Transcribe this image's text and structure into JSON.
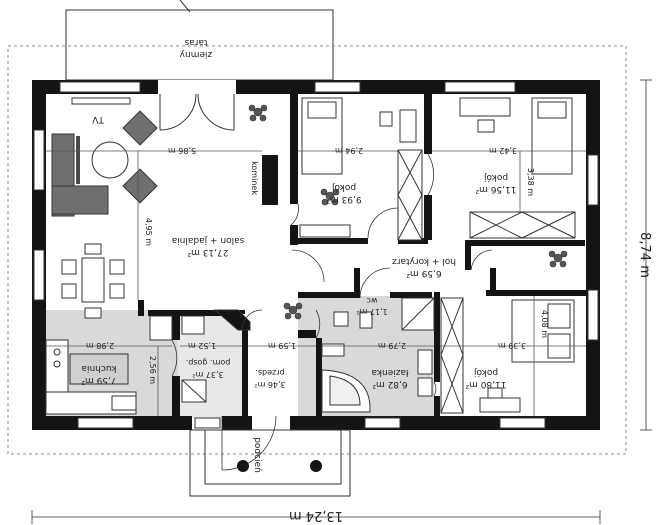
{
  "colors": {
    "wall": "#141414",
    "line": "#333333",
    "tile_floor": "#d9d9d9",
    "sofa": "#6f6f6f",
    "dash": "#888888"
  },
  "plan": {
    "terrace": {
      "name": "taras",
      "sub": "ziemny"
    },
    "entrance": "podcień",
    "total_width": "13,24 m",
    "total_depth": "8,74 m"
  },
  "rooms": {
    "salon": {
      "name": "salon + jadalnia",
      "area": "27,13 m²"
    },
    "pokoj_mid": {
      "name": "pokój",
      "area": "9,93 m²"
    },
    "pokoj_ne": {
      "name": "pokój",
      "area": "11,56 m²"
    },
    "hol": {
      "name": "hol + korytarz",
      "area": "6,59 m²"
    },
    "wc": {
      "name": "wc",
      "area": "1,17 m²"
    },
    "kuchnia": {
      "name": "kuchnia",
      "area": "7,59 m²"
    },
    "pom_gosp": {
      "name": "pom. gosp.",
      "area": "3,37 m²"
    },
    "przedsionek": {
      "name": "przeds.",
      "area": "3,46 m²"
    },
    "lazienka": {
      "name": "łazienka",
      "area": "6,82 m²"
    },
    "pokoj_se": {
      "name": "pokój",
      "area": "11,80 m²"
    }
  },
  "dimensions": {
    "salon_width": "5,86 m",
    "salon_depth": "4,95 m",
    "pokoj_mid_width": "2,94 m",
    "pokoj_ne_width": "3,42 m",
    "pokoj_ne_depth": "3,38 m",
    "kuchnia_width": "2,98 m",
    "kuchnia_depth": "2,56 m",
    "pom_width": "1,52 m",
    "przeds_width": "1,59 m",
    "lazienka_width": "2,79 m",
    "pokoj_se_width": "3,39 m",
    "pokoj_se_depth": "4,08 m"
  },
  "labels": {
    "tv": "TV",
    "chimney": "kominek"
  }
}
